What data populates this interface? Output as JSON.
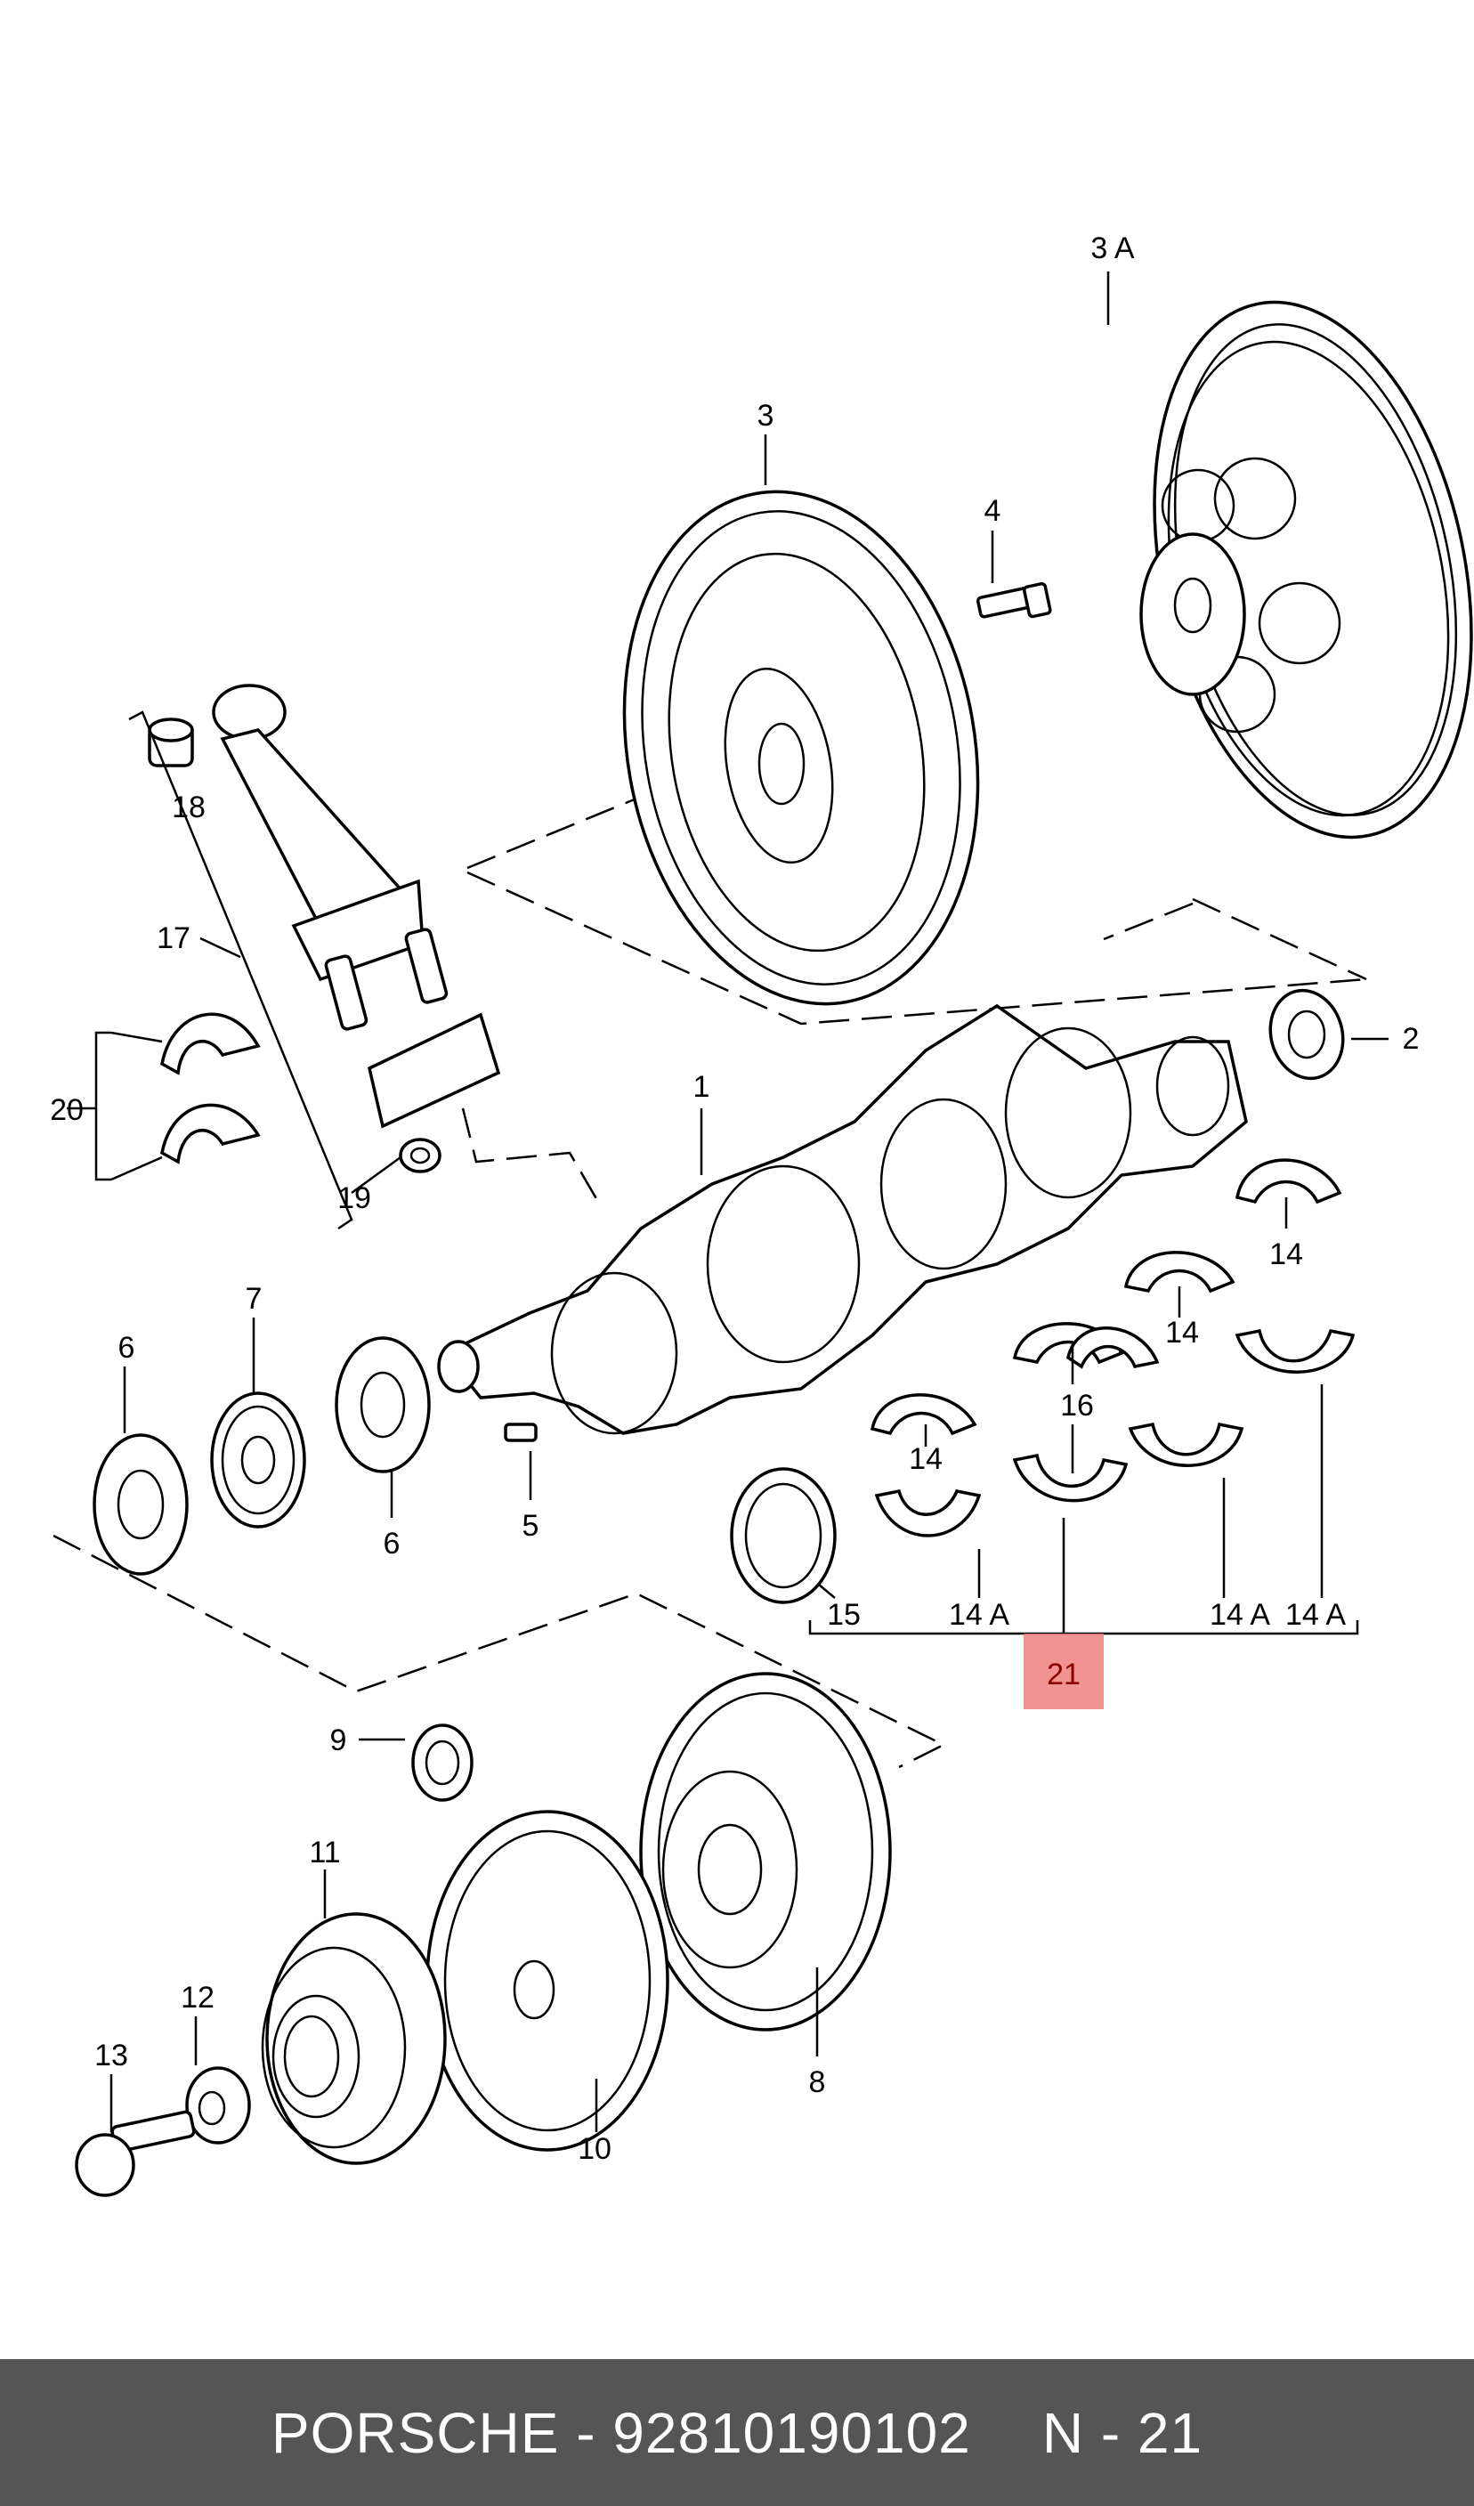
{
  "callouts": {
    "c1": "1",
    "c2": "2",
    "c3": "3",
    "c3a": "3 A",
    "c4": "4",
    "c5": "5",
    "c6a": "6",
    "c6b": "6",
    "c7": "7",
    "c8": "8",
    "c9": "9",
    "c10": "10",
    "c11": "11",
    "c12": "12",
    "c13": "13",
    "c14a": "14",
    "c14b": "14",
    "c14c": "14",
    "c14A1": "14 A",
    "c14A2": "14 A",
    "c14A3": "14 A",
    "c15": "15",
    "c16": "16",
    "c17": "17",
    "c18": "18",
    "c19": "19",
    "c20": "20",
    "c21": "21"
  },
  "highlight": {
    "color": "#f08080",
    "label": "21"
  },
  "footer": {
    "brand": "PORSCHE",
    "dash": "-",
    "part_number": "92810190102",
    "ref": "N - 21"
  }
}
